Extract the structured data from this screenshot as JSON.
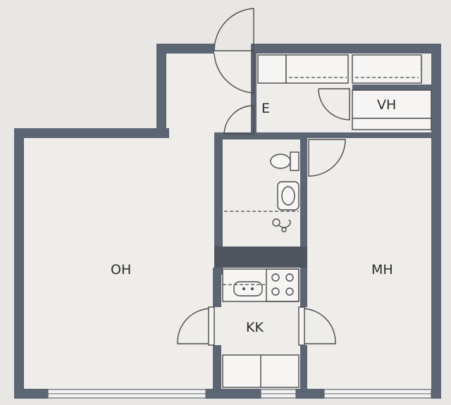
{
  "rooms": {
    "oh": "OH",
    "mh": "MH",
    "kk": "KK",
    "e": "E",
    "vh": "VH"
  },
  "colors": {
    "background": "#e9e7e4",
    "wall": "#5b6573",
    "line": "#4a4a4a"
  },
  "icons": {
    "toilet": "toilet-icon",
    "sink": "sink-icon",
    "shower": "shower-icon",
    "stove": "stove-icon"
  }
}
